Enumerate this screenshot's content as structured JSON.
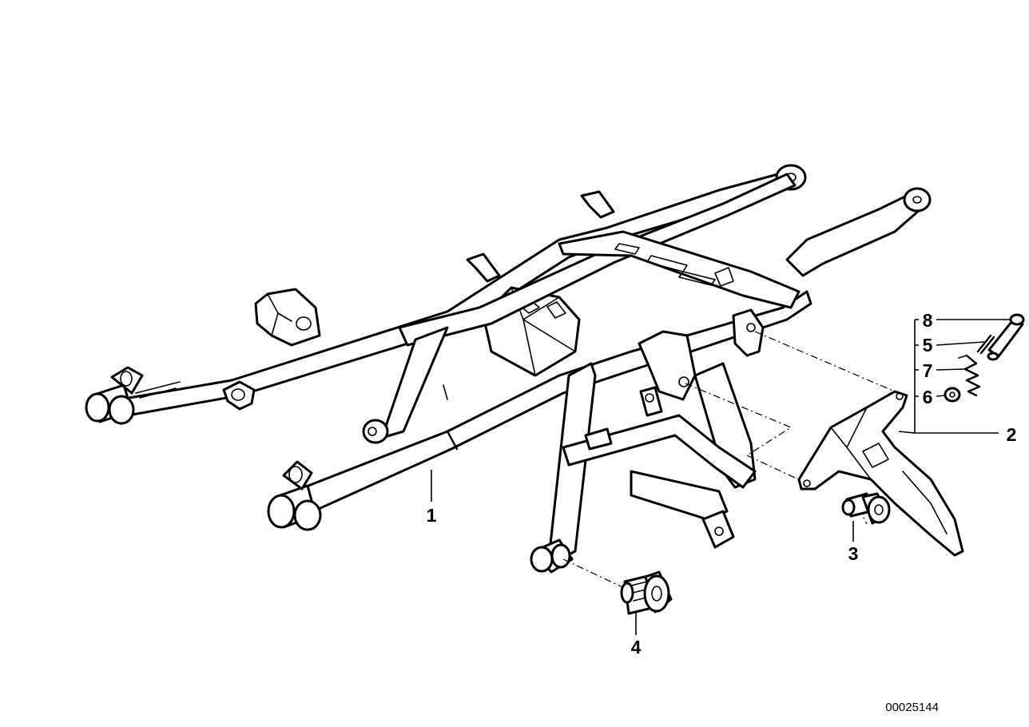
{
  "callouts": {
    "c1": "1",
    "c2": "2",
    "c3": "3",
    "c4": "4",
    "c5": "5",
    "c6": "6",
    "c7": "7",
    "c8": "8"
  },
  "drawing_number": "00025144",
  "colors": {
    "line": "#000000",
    "background": "#ffffff"
  }
}
